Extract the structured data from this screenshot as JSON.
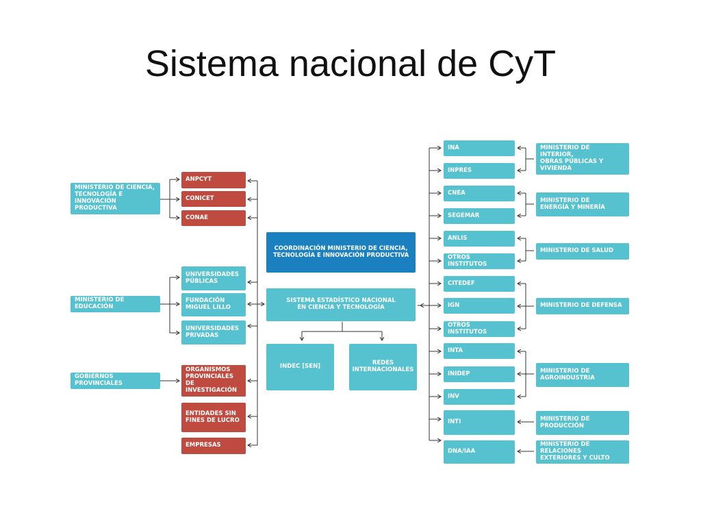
{
  "title": "Sistema nacional de CyT",
  "colors": {
    "teal": "#56c2cf",
    "red": "#bf4a3f",
    "blue": "#1b80c0"
  },
  "left_ministries": [
    "Ministerio de Ciencia,\nTecnología e\nInnovación Productiva",
    "Ministerio de Educación",
    "Gobiernos provinciales"
  ],
  "left_entities": {
    "anpcyt": "ANPCYT",
    "conicet": "CONICET",
    "conae": "CONAE",
    "univ_publicas": "Universidades\nPúblicas",
    "fundacion_lillo": "Fundación\nMiguel Lillo",
    "univ_privadas": "Universidades\nPrivadas",
    "org_provinciales": "Organismos\nprovinciales de\ninvestigación",
    "sin_fines": "Entidades sin\nfines de lucro",
    "empresas": "Empresas"
  },
  "center": {
    "coordinacion": "Coordinación Ministerio de Ciencia,\nTecnología e Innovación Productiva",
    "sistema_estadistico": "Sistema Estadístico Nacional\nen Ciencia y Tecnología",
    "indec": "INDEC [SEN]",
    "redes": "Redes\ninternacionales"
  },
  "institutes": {
    "ina": "INA",
    "inpres": "INPRES",
    "cnea": "CNEA",
    "segemar": "SEGEMAR",
    "anlis": "ANLIS",
    "otros1": "Otros institutos",
    "citedef": "CITEDEF",
    "ign": "IGN",
    "otros2": "Otros institutos",
    "inta": "INTA",
    "inidep": "INIDEP",
    "inv": "INV",
    "inti": "INTI",
    "dna_iaa": "DNA/IAA"
  },
  "right_ministries": {
    "interior": "Ministerio de Interior,\nObras Públicas y\nVivienda",
    "energia": "Ministerio de\nEnergía y Minería",
    "salud": "Ministerio de Salud",
    "defensa": "Ministerio de Defensa",
    "agroindustria": "Ministerio de\nAgroindustria",
    "produccion": "Ministerio de\nProducción",
    "relaciones": "Ministerio de Relaciones\nExteriores y Culto"
  }
}
